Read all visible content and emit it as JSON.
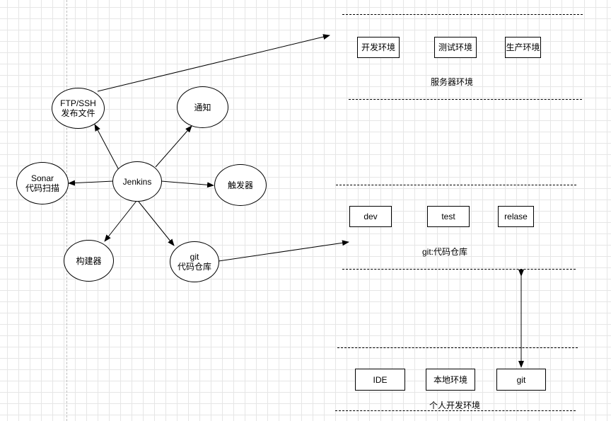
{
  "diagram": {
    "hub": "Jenkins",
    "nodes": {
      "ftp": "FTP/SSH\n发布文件",
      "notify": "通知",
      "sonar": "Sonar\n代码扫描",
      "trigger": "触发器",
      "builder": "构建器",
      "git_repo": "git\n代码仓库"
    },
    "server_env": {
      "boxes": [
        "开发环境",
        "测试环境",
        "生产环境"
      ],
      "label": "服务器环境"
    },
    "git_env": {
      "boxes": [
        "dev",
        "test",
        "relase"
      ],
      "label": "git:代码仓库"
    },
    "local_env": {
      "boxes": [
        "IDE",
        "本地环境",
        "git"
      ],
      "label": "个人开发环境"
    }
  }
}
